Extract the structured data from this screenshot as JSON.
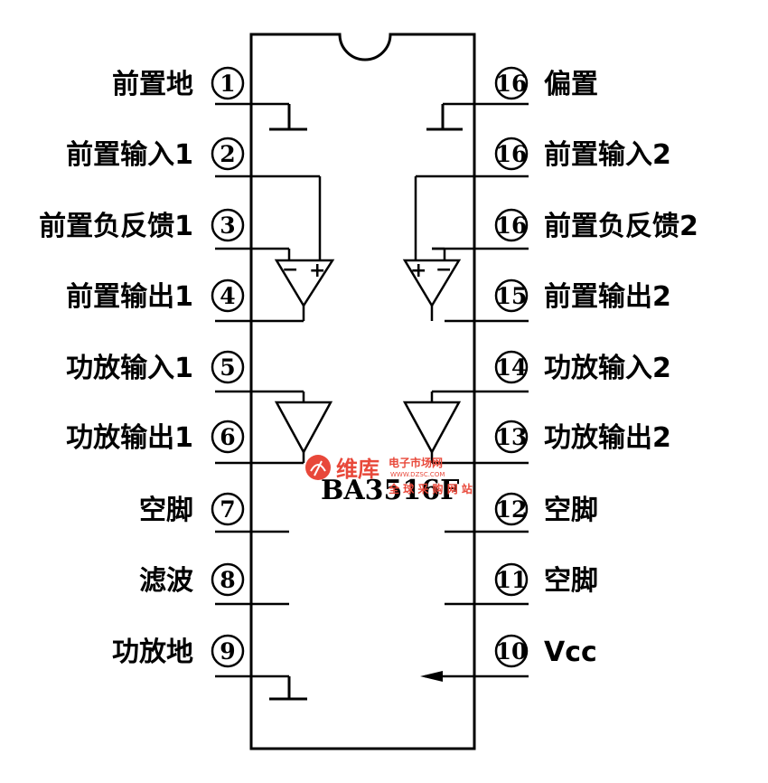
{
  "chip": {
    "name": "BA3516F"
  },
  "pins_left": [
    {
      "num": "1",
      "label": "前置地"
    },
    {
      "num": "2",
      "label": "前置输入1"
    },
    {
      "num": "3",
      "label": "前置负反馈1"
    },
    {
      "num": "4",
      "label": "前置输出1"
    },
    {
      "num": "5",
      "label": "功放输入1"
    },
    {
      "num": "6",
      "label": "功放输出1"
    },
    {
      "num": "7",
      "label": "空脚"
    },
    {
      "num": "8",
      "label": "滤波"
    },
    {
      "num": "9",
      "label": "功放地"
    }
  ],
  "pins_right": [
    {
      "num": "16",
      "label": "偏置"
    },
    {
      "num": "16",
      "label": "前置输入2"
    },
    {
      "num": "16",
      "label": "前置负反馈2"
    },
    {
      "num": "15",
      "label": "前置输出2"
    },
    {
      "num": "14",
      "label": "功放输入2"
    },
    {
      "num": "13",
      "label": "功放输出2"
    },
    {
      "num": "12",
      "label": "空脚"
    },
    {
      "num": "11",
      "label": "空脚"
    },
    {
      "num": "10",
      "label": "Vcc"
    }
  ],
  "watermark": {
    "brand": "维库",
    "line1": "电子市场网",
    "url": "WWW.DZSC.COM",
    "line2": "全 球 采 购 网 站",
    "color": "#e8483a"
  }
}
